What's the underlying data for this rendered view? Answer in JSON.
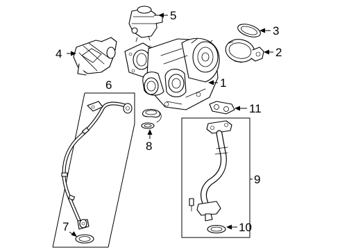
{
  "diagram": {
    "callouts": {
      "c1": "1",
      "c2": "2",
      "c3": "3",
      "c4": "4",
      "c5": "5",
      "c6": "6",
      "c7": "7",
      "c8": "8",
      "c9": "9",
      "c10": "10",
      "c11": "11"
    },
    "colors": {
      "line": "#000000",
      "background": "#ffffff"
    }
  }
}
